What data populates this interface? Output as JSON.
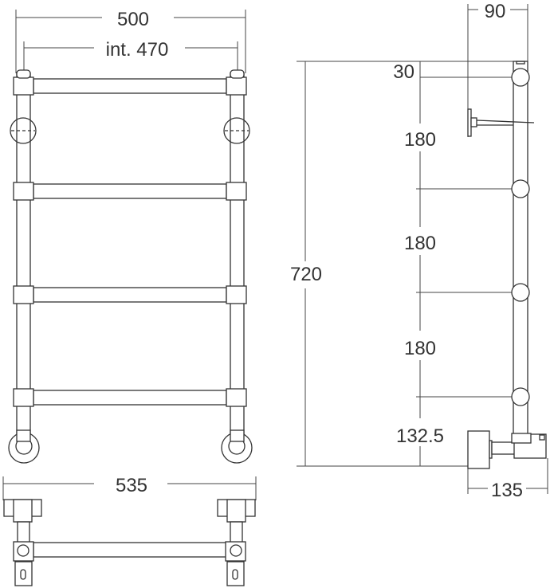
{
  "front_view": {
    "width_label": "500",
    "internal_width_label": "int. 470"
  },
  "plan_view": {
    "depth_width_label": "535"
  },
  "side_view": {
    "height_label": "720",
    "wall_offset_label": "90",
    "spacings": [
      "30",
      "180",
      "180",
      "180",
      "132.5"
    ],
    "valve_depth_label": "135"
  }
}
